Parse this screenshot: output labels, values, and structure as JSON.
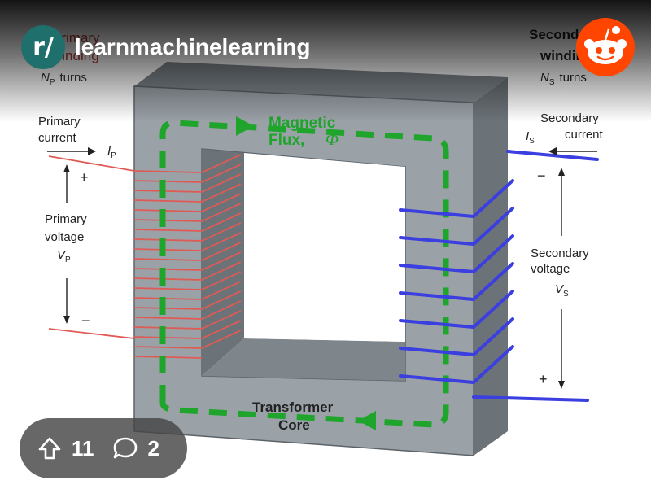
{
  "post": {
    "community": {
      "avatar_text": "r/",
      "name": "learnmachinelearning"
    },
    "upvote_count": "11",
    "comment_count": "2",
    "icons": [
      "upvote-icon",
      "comment-icon",
      "reddit-logo-icon"
    ]
  },
  "diagram": {
    "primary_winding": {
      "line1": "Primary",
      "line2": "winding",
      "turns_var": "N",
      "turns_sub": "P",
      "turns_label": "turns"
    },
    "secondary_winding": {
      "line1": "Secondary",
      "line2": "winding",
      "turns_var": "N",
      "turns_sub": "S",
      "turns_label": "turns"
    },
    "primary_current": {
      "line1": "Primary",
      "line2": "current",
      "var": "I",
      "sub": "P"
    },
    "secondary_current": {
      "line1": "Secondary",
      "line2": "current",
      "var": "I",
      "sub": "S"
    },
    "primary_voltage": {
      "line1": "Primary",
      "line2": "voltage",
      "var": "V",
      "sub": "P",
      "plus": "+",
      "minus": "−"
    },
    "secondary_voltage": {
      "line1": "Secondary",
      "line2": "voltage",
      "var": "V",
      "sub": "S",
      "plus": "+",
      "minus": "−"
    },
    "flux": {
      "line1": "Magnetic",
      "line2": "Flux,",
      "symbol": "Φ"
    },
    "core": {
      "line1": "Transformer",
      "line2": "Core"
    },
    "colors": {
      "core": "#9aa1a7",
      "core_top": "#7e858b",
      "core_side": "#6c7378",
      "flux": "#1fa52b",
      "primary_coil": "#e05a55",
      "secondary_coil": "#3b3fe0",
      "reddit_orange": "#ff4500"
    }
  }
}
